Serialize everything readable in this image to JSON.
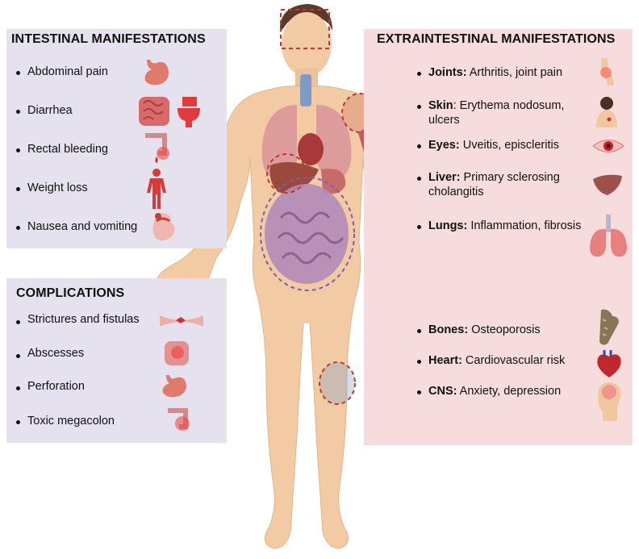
{
  "intestinal": {
    "title": "INTESTINAL MANIFESTATIONS",
    "items": [
      {
        "label": "Abdominal pain",
        "icon": "stomach-icon"
      },
      {
        "label": "Diarrhea",
        "icon": "intestine-toilet-icon"
      },
      {
        "label": "Rectal bleeding",
        "icon": "colon-bleeding-icon"
      },
      {
        "label": "Weight loss",
        "icon": "human-figure-icon"
      },
      {
        "label": "Nausea and vomiting",
        "icon": "nausea-icon"
      }
    ]
  },
  "complications": {
    "title": "COMPLICATIONS",
    "items": [
      {
        "label": "Strictures and fistulas",
        "icon": "stricture-icon"
      },
      {
        "label": "Abscesses",
        "icon": "abscess-intestine-icon"
      },
      {
        "label": "Perforation",
        "icon": "perforated-stomach-icon"
      },
      {
        "label": "Toxic megacolon",
        "icon": "megacolon-icon"
      }
    ]
  },
  "extraintestinal": {
    "title": "EXTRAINTESTINAL MANIFESTATIONS",
    "items": [
      {
        "organ": "Joints:",
        "desc": " Arthritis, joint pain",
        "icon": "joint-icon"
      },
      {
        "organ": "Skin",
        "desc": ": Erythema nodosum, ulcers",
        "icon": "skin-back-icon"
      },
      {
        "organ": "Eyes:",
        "desc": " Uveitis, episcleritis",
        "icon": "eye-icon"
      },
      {
        "organ": "Liver:",
        "desc": " Primary sclerosing cholangitis",
        "icon": "liver-icon"
      },
      {
        "organ": "Lungs:",
        "desc": " Inflammation, fibrosis",
        "icon": "lungs-icon"
      },
      {
        "organ": "Bones:",
        "desc": " Osteoporosis",
        "icon": "bone-icon"
      },
      {
        "organ": "Heart:",
        "desc": " Cardiovascular risk",
        "icon": "heart-icon"
      },
      {
        "organ": "CNS:",
        "desc": " Anxiety, depression",
        "icon": "brain-head-icon"
      }
    ]
  },
  "colors": {
    "panel_purple": "#e6e1ee",
    "panel_pink": "#f6dcdc",
    "skin": "#f2cba4",
    "organ_red": "#c94c4c",
    "intestine_purple": "#a889b4",
    "highlight_dash_red": "#c0392b",
    "highlight_dash_purple": "#7a5fb0"
  }
}
